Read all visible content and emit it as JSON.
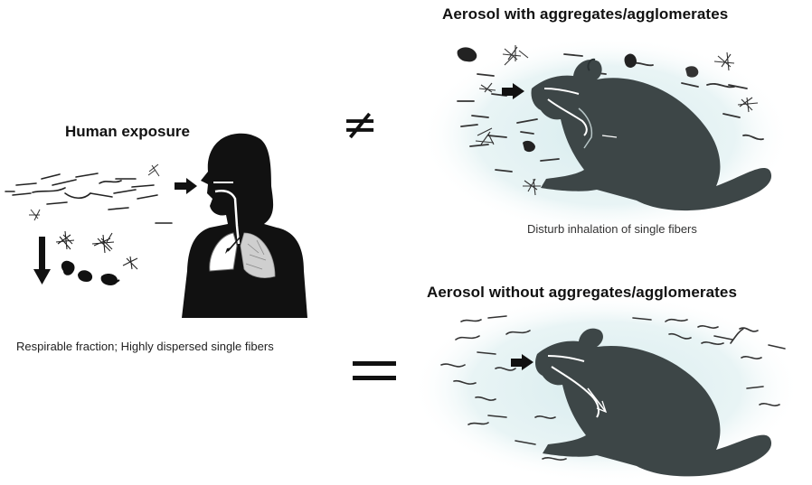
{
  "labels": {
    "title_top": "Aerosol with aggregates/agglomerates",
    "title_bottom": "Aerosol without aggregates/agglomerates",
    "human_exposure": "Human exposure",
    "respirable": "Respirable fraction; Highly dispersed single fibers",
    "disturb": "Disturb inhalation of single fibers"
  },
  "symbols": {
    "not_equal": "≠"
  },
  "colors": {
    "silhouette": "#111111",
    "rat": "#3d4647",
    "aerosol_cloud": "#d8ecee",
    "fiber": "#222222"
  },
  "icons": [
    "human-silhouette-icon",
    "rat-silhouette-icon",
    "lungs-icon",
    "fiber-icon",
    "agglomerate-icon",
    "arrow-icon"
  ]
}
